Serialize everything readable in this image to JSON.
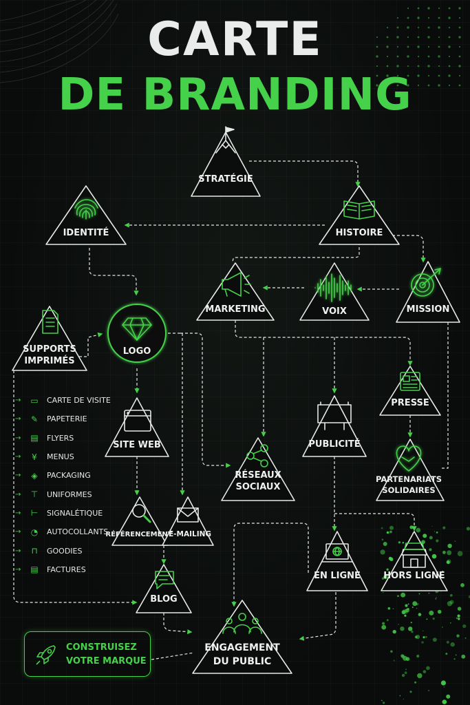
{
  "title": {
    "line1": "CARTE",
    "line2": "DE BRANDING"
  },
  "nodes": {
    "strategie": "STRATÉGIE",
    "identite": "IDENTITÉ",
    "histoire": "HISTOIRE",
    "marketing": "MARKETING",
    "voix": "VOIX",
    "mission": "MISSION",
    "supports_l1": "SUPPORTS",
    "supports_l2": "IMPRIMÉS",
    "logo": "LOGO",
    "site_web": "SITE WEB",
    "reseaux_l1": "RÉSEAUX",
    "reseaux_l2": "SOCIAUX",
    "publicite": "PUBLICITÉ",
    "presse": "PRESSE",
    "partenariats_l1": "PARTENARIATS",
    "partenariats_l2": "SOLIDAIRES",
    "referencement": "RÉFÉRENCEMENT",
    "emailing": "E-MAILING",
    "blog": "BLOG",
    "en_ligne": "EN LIGNE",
    "hors_ligne": "HORS LIGNE",
    "engagement_l1": "ENGAGEMENT",
    "engagement_l2": "DU PUBLIC"
  },
  "supports_list": [
    {
      "label": "CARTE DE VISITE",
      "icon": "id-card-icon"
    },
    {
      "label": "PAPETERIE",
      "icon": "pen-paper-icon"
    },
    {
      "label": "FLYERS",
      "icon": "document-icon"
    },
    {
      "label": "MENUS",
      "icon": "fork-knife-icon"
    },
    {
      "label": "PACKAGING",
      "icon": "box-icon"
    },
    {
      "label": "UNIFORMES",
      "icon": "tshirt-icon"
    },
    {
      "label": "SIGNALÉTIQUE",
      "icon": "signpost-icon"
    },
    {
      "label": "AUTOCOLLANTS",
      "icon": "sticker-icon"
    },
    {
      "label": "GOODIES",
      "icon": "bag-icon"
    },
    {
      "label": "FACTURES",
      "icon": "invoice-icon"
    }
  ],
  "cta": {
    "line1": "CONSTRUISEZ",
    "line2": "VOTRE MARQUE"
  },
  "colors": {
    "accent": "#45d24a",
    "background": "#0b0d0c",
    "text": "#eef1ee",
    "title": "#e9ecea"
  }
}
